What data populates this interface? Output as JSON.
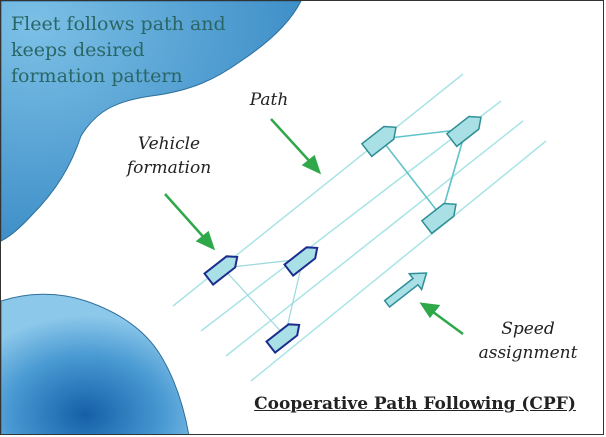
{
  "headline": {
    "line1": "Fleet follows path and",
    "line2": "keeps desired",
    "line3": "formation pattern"
  },
  "labels": {
    "path": "Path",
    "vehicle_line1": "Vehicle",
    "vehicle_line2": "formation",
    "speed_line1": "Speed",
    "speed_line2": "assignment"
  },
  "title": "Cooperative Path Following (CPF)",
  "colors": {
    "water": "#5aa6d6",
    "water_deep": "#1f6fb6",
    "path_line": "#a8e4e6",
    "vehicle_fill": "#a9e0e6",
    "vehicle_stroke": "#2e8f96",
    "vehicle_dark_stroke": "#1b2d8f",
    "link": "#7fd0d4",
    "pointer_arrow": "#2fa84a"
  }
}
